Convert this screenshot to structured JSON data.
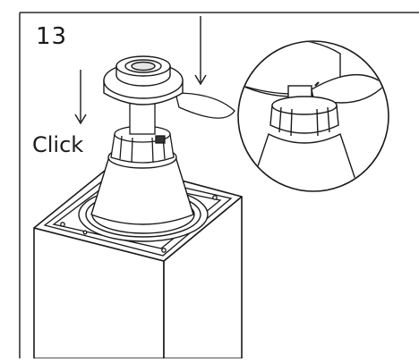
{
  "step": {
    "number": "13"
  },
  "labels": {
    "click": "Click"
  },
  "colors": {
    "line": "#1a1a1a",
    "fill": "#ffffff",
    "shade": "#e6e6e6",
    "frame": "#2a2a2a"
  },
  "icons": {
    "push_down": "arrow-down-icon",
    "click_down": "arrow-down-icon",
    "detail": "magnifier-circle"
  }
}
